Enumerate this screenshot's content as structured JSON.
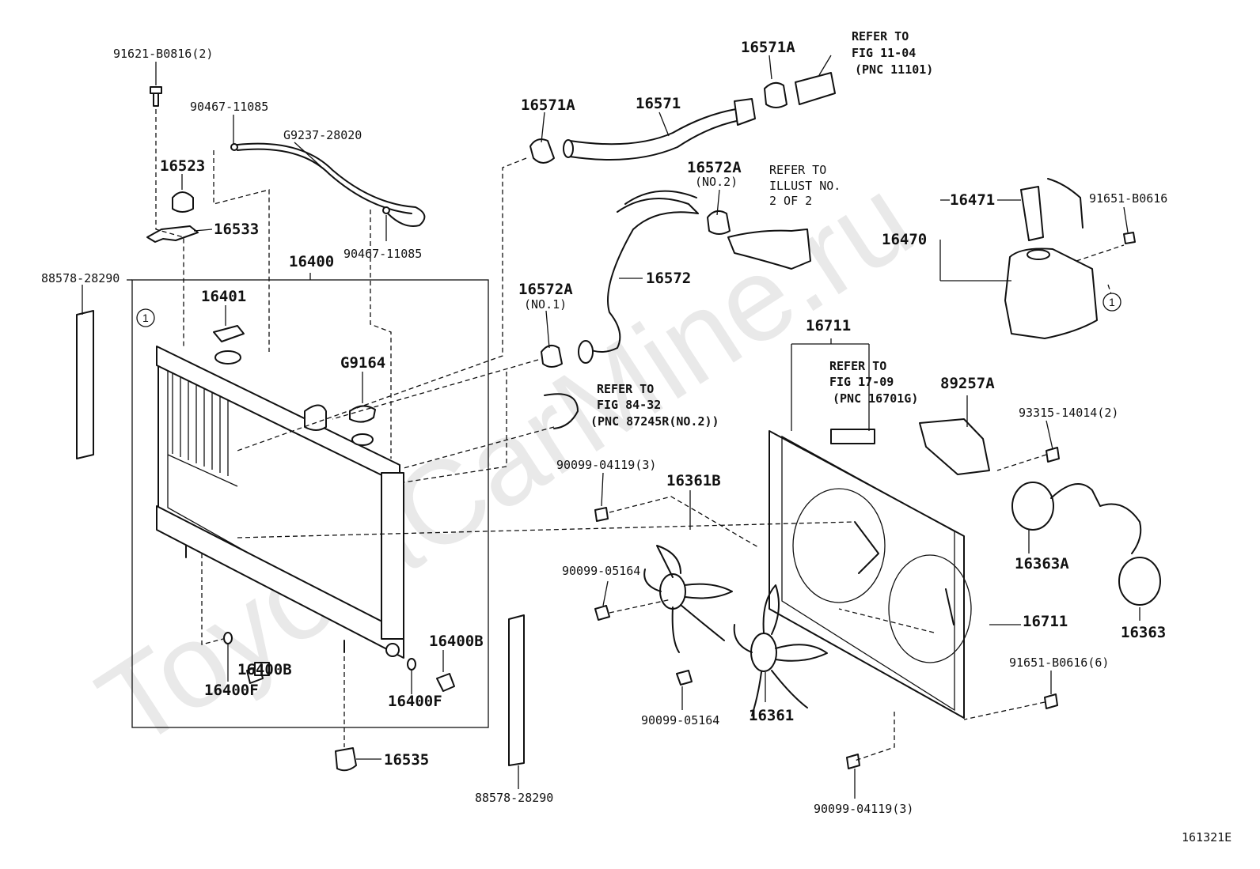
{
  "watermark": "ToyotaCarMine.ru",
  "figure_code": "161321E",
  "callout_symbol": "1",
  "part_numbers": {
    "p91621": "91621-B0816(2)",
    "p90467_top": "90467-11085",
    "p9237": "G9237-28020",
    "p16523": "16523",
    "p16533": "16533",
    "p90467_bottom": "90467-11085",
    "p88578_left": "88578-28290",
    "p16400": "16400",
    "p16401": "16401",
    "pG9164": "G9164",
    "p16400B_left": "16400B",
    "p16400F_left": "16400F",
    "p16400B_right": "16400B",
    "p16400F_right": "16400F",
    "p16535": "16535",
    "p88578_bottom": "88578-28290",
    "p16571A_top": "16571A",
    "p16571A_left": "16571A",
    "p16571": "16571",
    "p16572A_top": "16572A",
    "p16572A_top_note": "(NO.2)",
    "p16572": "16572",
    "p16572A_mid": "16572A",
    "p16572A_mid_note": "(NO.1)",
    "p16711_top": "16711",
    "p16711_right": "16711",
    "p89257A": "89257A",
    "p16471": "16471",
    "p16470": "16470",
    "p91651_top": "91651-B0616",
    "p93315": "93315-14014(2)",
    "p90099_04119_top": "90099-04119(3)",
    "p16361B": "16361B",
    "p90099_05164_top": "90099-05164",
    "p90099_05164_bottom": "90099-05164",
    "p16361": "16361",
    "p16363A": "16363A",
    "p16363": "16363",
    "p91651_bottom": "91651-B0616(6)",
    "p90099_04119_bottom": "90099-04119(3)"
  },
  "references": {
    "ref_fig_11_04": [
      "REFER TO",
      "FIG 11-04",
      "(PNC 11101)"
    ],
    "ref_illust": [
      "REFER TO",
      "ILLUST NO.",
      "2 OF 2"
    ],
    "ref_fig_84_32": [
      "REFER TO",
      "FIG 84-32",
      "(PNC 87245R(NO.2))"
    ],
    "ref_fig_17_09": [
      "REFER TO",
      "FIG 17-09",
      "(PNC 16701G)"
    ]
  }
}
